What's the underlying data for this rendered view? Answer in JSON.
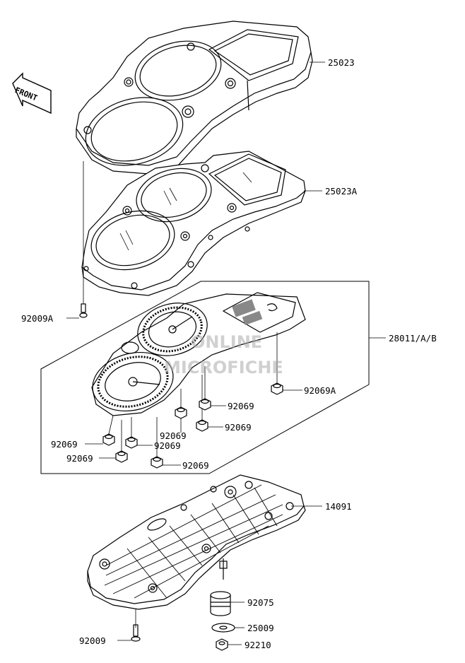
{
  "front_label": "FRONT",
  "watermark": {
    "line1": "ONLINE",
    "line2": "MICROFICHE"
  },
  "parts": {
    "p25023": "25023",
    "p25023A": "25023A",
    "p92009A": "92009A",
    "p28011": "28011/A/B",
    "p92069A": "92069A",
    "p92069_a": "92069",
    "p92069_b": "92069",
    "p92069_c": "92069",
    "p92069_d": "92069",
    "p92069_e": "92069",
    "p92069_f": "92069",
    "p92069_g": "92069",
    "p14091": "14091",
    "p92075": "92075",
    "p25009": "25009",
    "p92009": "92009",
    "p92210": "92210"
  }
}
